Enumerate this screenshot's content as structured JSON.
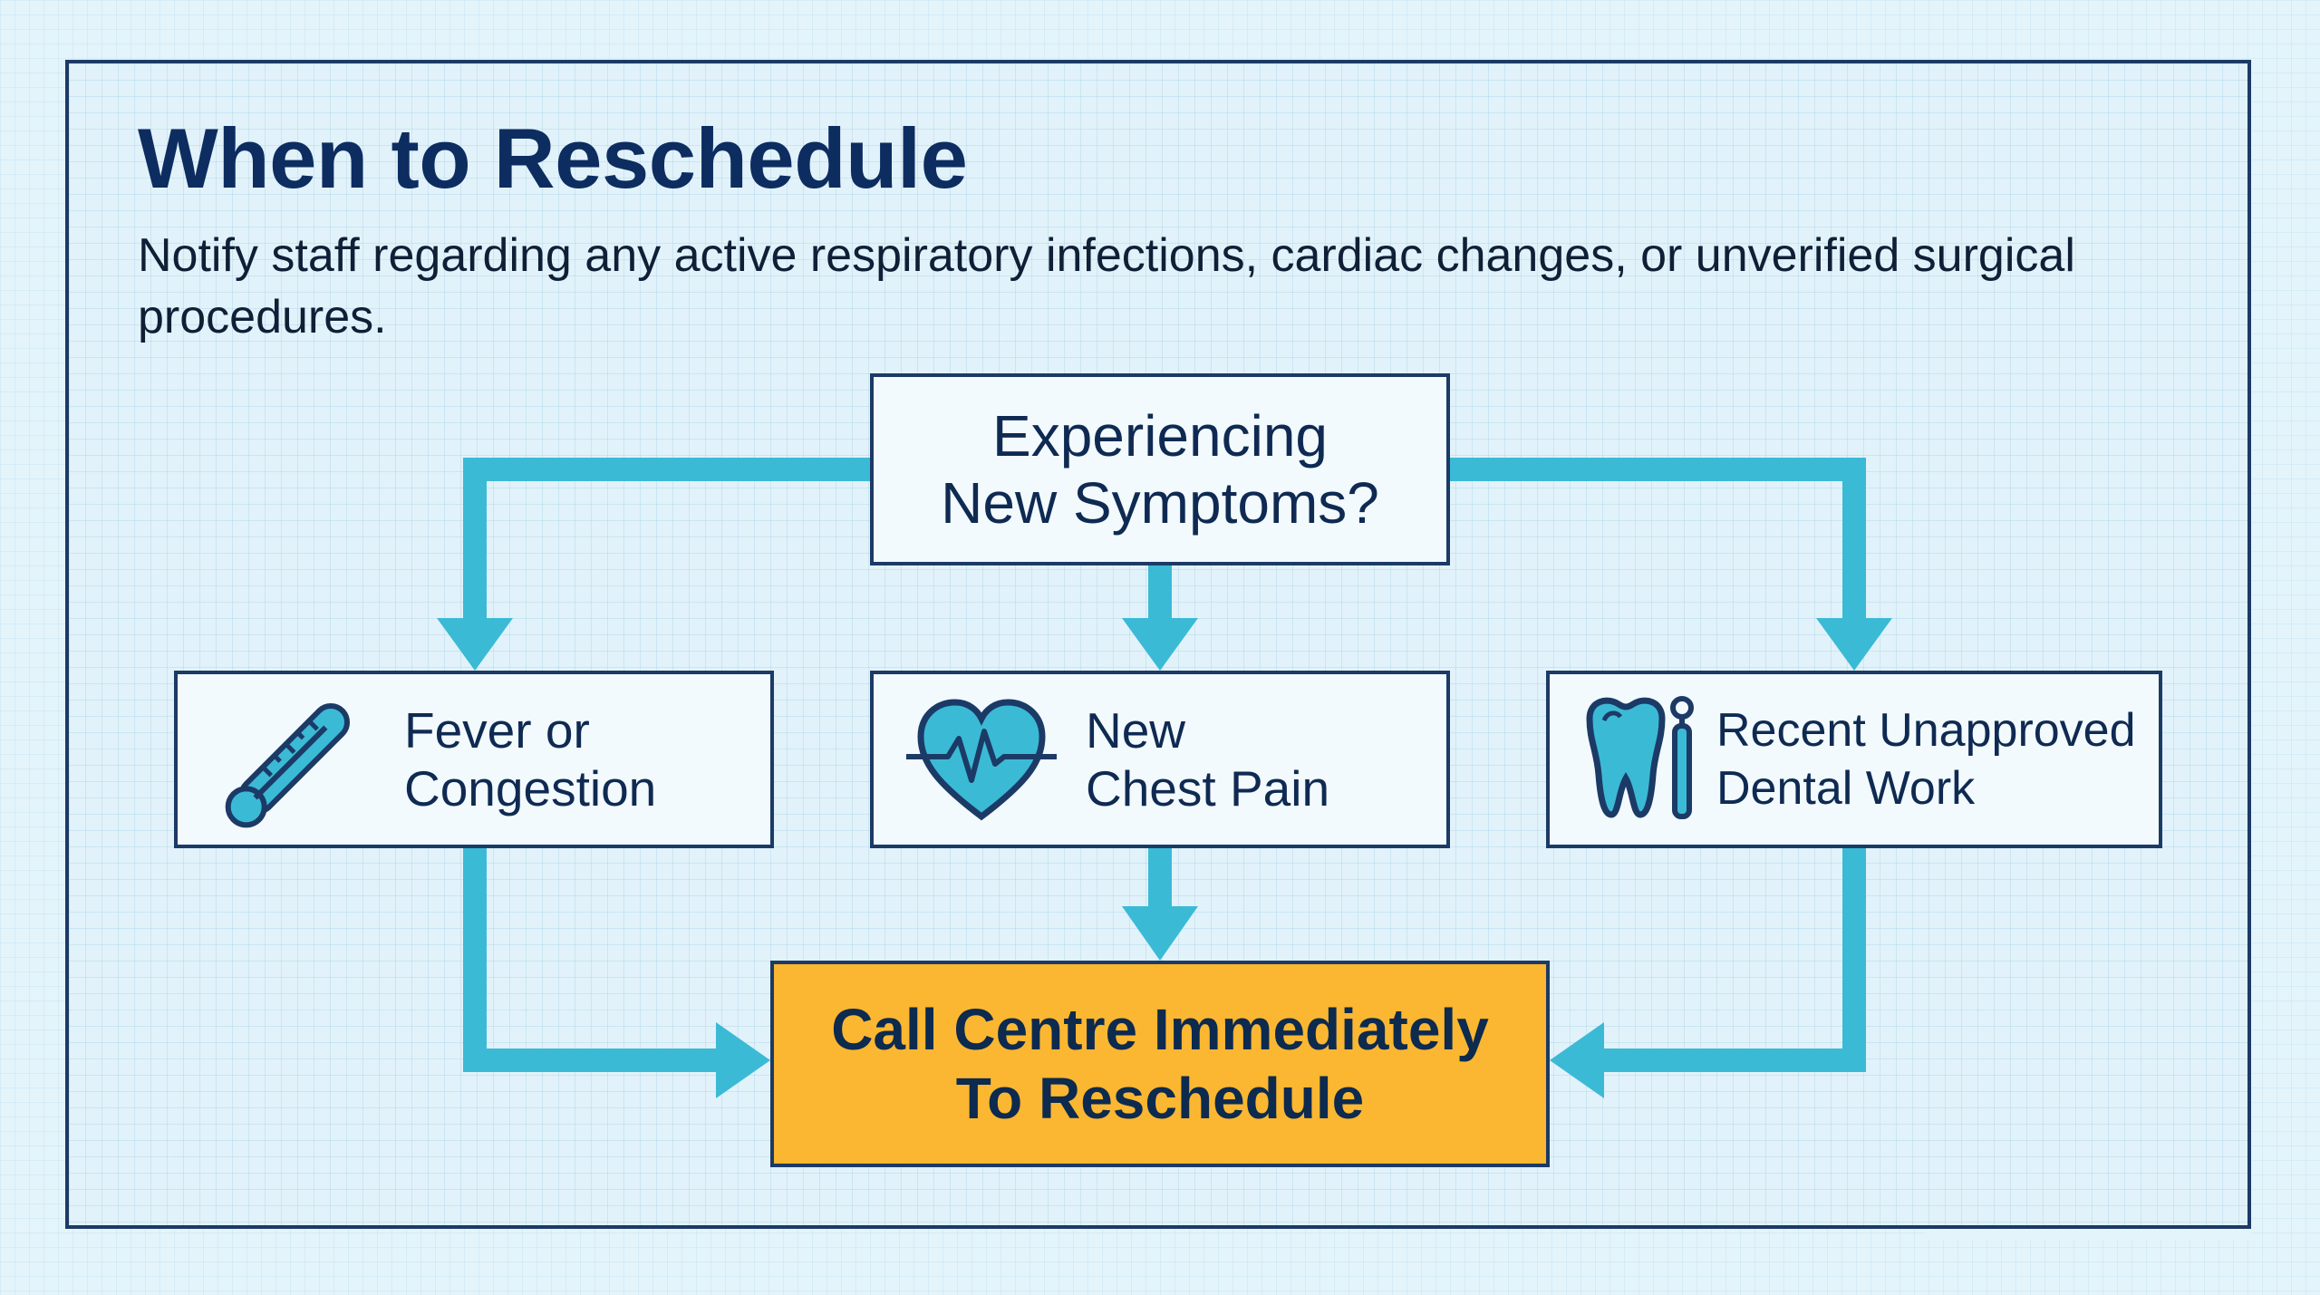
{
  "header": {
    "title": "When to Reschedule",
    "subtitle": "Notify staff regarding any active respiratory infections, cardiac changes, or unverified surgical procedures."
  },
  "flow": {
    "question": {
      "line1": "Experiencing",
      "line2": "New Symptoms?"
    },
    "branches": [
      {
        "icon": "thermometer-icon",
        "line1": "Fever or",
        "line2": "Congestion"
      },
      {
        "icon": "heart-pulse-icon",
        "line1": "New",
        "line2": "Chest Pain"
      },
      {
        "icon": "tooth-dental-tool-icon",
        "line1": "Recent Unapproved",
        "line2": "Dental Work"
      }
    ],
    "action": {
      "line1": "Call Centre Immediately",
      "line2": "To Reschedule"
    }
  },
  "colors": {
    "title": "#0d2d61",
    "border": "#1c3a66",
    "arrow": "#3bbad6",
    "action_fill": "#fbb731",
    "background": "#e2f2fa"
  }
}
